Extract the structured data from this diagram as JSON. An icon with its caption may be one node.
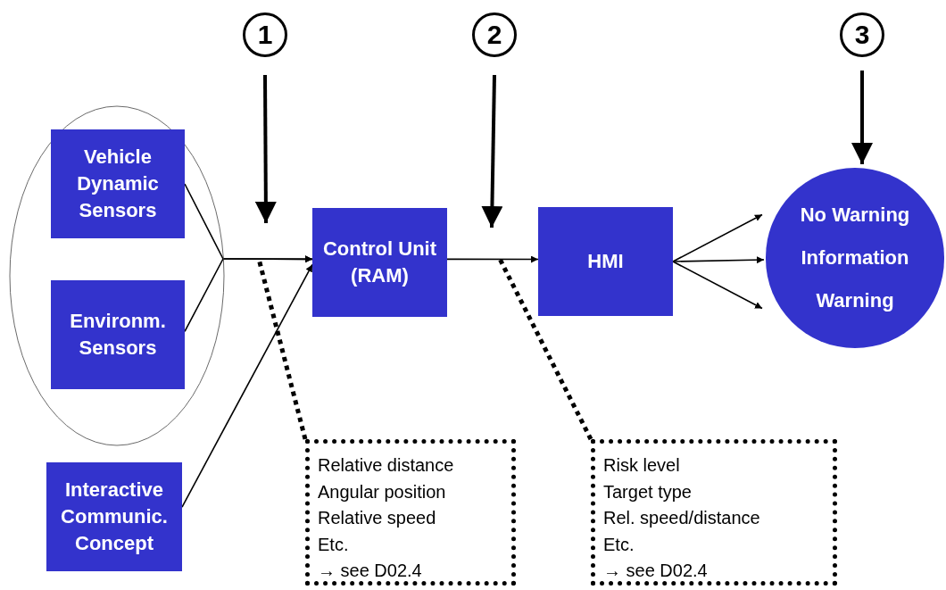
{
  "diagram": {
    "nodes": [
      {
        "text": [],
        "shape": "ellipse"
      },
      {
        "text": [
          "Vehicle Dynamic Sensors"
        ],
        "in": 0
      },
      {
        "text": [
          "Environm. Sensors"
        ],
        "in": 0
      },
      {
        "text": [
          "Interactive Communic. Concept"
        ]
      },
      {
        "text": [
          "Control Unit (RAM)"
        ]
      },
      {
        "text": [
          "HMI"
        ]
      },
      {
        "text": [
          "No Warning",
          "Information",
          "Warning"
        ]
      },
      {
        "text": [
          "Relative distance",
          "Angular position",
          "Relative speed",
          "Etc.",
          "→ see D02.4"
        ]
      },
      {
        "text": [
          "Risk level",
          "Target type",
          "Rel. speed/distance",
          "Etc.",
          "→ see D02.4"
        ]
      },
      {
        "text": [
          "1"
        ]
      },
      {
        "text": [
          "2"
        ]
      },
      {
        "text": [
          "3"
        ]
      }
    ],
    "edges": [
      {
        "from": 1,
        "to": 4,
        "arrow": "to"
      },
      {
        "from": 2,
        "to": 4,
        "arrow": "to"
      },
      {
        "from": 3,
        "to": 4,
        "arrow": "to"
      },
      {
        "from": 4,
        "to": 5,
        "arrow": "to"
      },
      {
        "from": 5,
        "to": 6,
        "arrow": "to"
      },
      {
        "from": 5,
        "to": 6,
        "arrow": "to"
      },
      {
        "from": 5,
        "to": 6,
        "arrow": "to"
      },
      {
        "from": 7,
        "to": null,
        "arrow": "none",
        "style": "dashed"
      },
      {
        "from": 8,
        "to": null,
        "arrow": "none",
        "style": "dashed"
      },
      {
        "from": 9,
        "to": null,
        "arrow": "to",
        "style": "thick"
      },
      {
        "from": 10,
        "to": null,
        "arrow": "to",
        "style": "thick"
      },
      {
        "from": 11,
        "to": 6,
        "arrow": "to",
        "style": "thick"
      }
    ]
  }
}
